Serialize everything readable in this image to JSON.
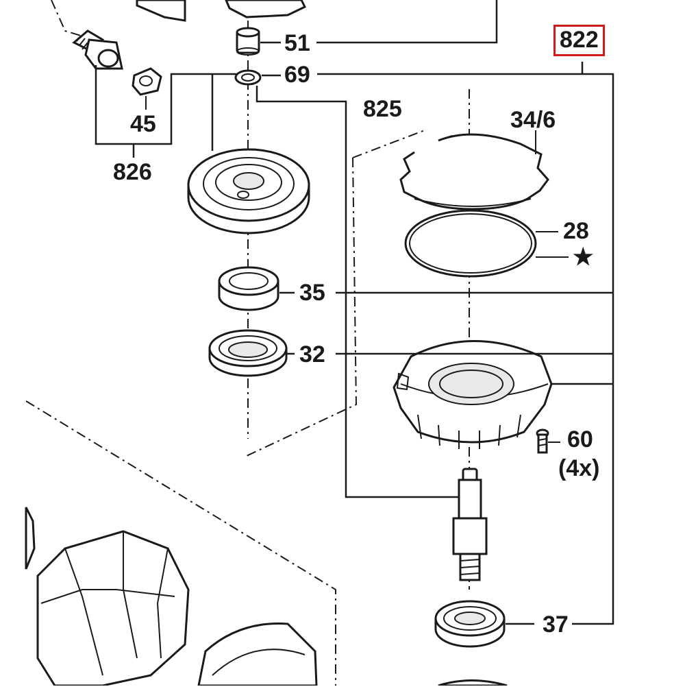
{
  "diagram": {
    "highlight_color": "#d11a1a",
    "line_color": "#1a1a1a",
    "labels": {
      "p51": "51",
      "p69": "69",
      "p45": "45",
      "p826": "826",
      "p825": "825",
      "p822": "822",
      "p34_6": "34/6",
      "p28": "28",
      "star": "★",
      "p35": "35",
      "p32": "32",
      "p60": "60",
      "qty60": "(4x)",
      "p37": "37"
    }
  }
}
